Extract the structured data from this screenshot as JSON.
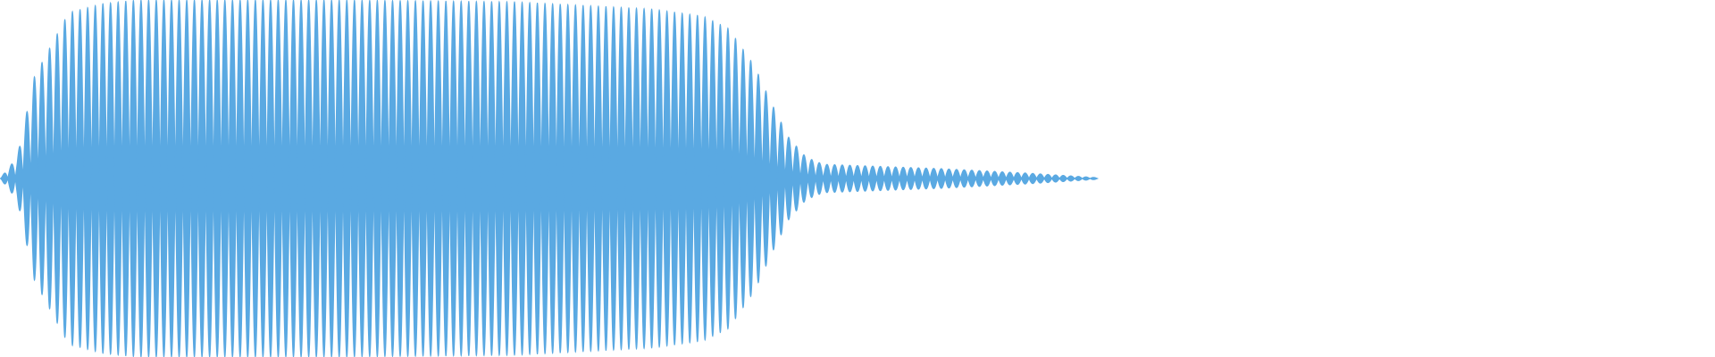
{
  "waveform": {
    "color": "#5aa9e2",
    "background": "#ffffff",
    "view": "amplitude-envelope",
    "envelope": {
      "attack": [
        {
          "t": 0.0,
          "amp": 0.0
        },
        {
          "t": 0.01,
          "amp": 0.12
        },
        {
          "t": 0.02,
          "amp": 0.57
        },
        {
          "t": 0.04,
          "amp": 0.93
        },
        {
          "t": 0.06,
          "amp": 0.98
        },
        {
          "t": 0.08,
          "amp": 1.0
        }
      ],
      "sustain": [
        {
          "t": 0.08,
          "amp": 1.0
        },
        {
          "t": 0.2,
          "amp": 1.0
        },
        {
          "t": 0.3,
          "amp": 0.99
        },
        {
          "t": 0.38,
          "amp": 0.95
        },
        {
          "t": 0.41,
          "amp": 0.91
        }
      ],
      "release": [
        {
          "t": 0.41,
          "amp": 0.91
        },
        {
          "t": 0.425,
          "amp": 0.84
        },
        {
          "t": 0.44,
          "amp": 0.63
        },
        {
          "t": 0.45,
          "amp": 0.42
        },
        {
          "t": 0.46,
          "amp": 0.23
        },
        {
          "t": 0.47,
          "amp": 0.12
        },
        {
          "t": 0.48,
          "amp": 0.08
        },
        {
          "t": 0.55,
          "amp": 0.055
        },
        {
          "t": 0.6,
          "amp": 0.03
        },
        {
          "t": 0.64,
          "amp": 0.005
        }
      ]
    },
    "cycles_total": 72
  }
}
